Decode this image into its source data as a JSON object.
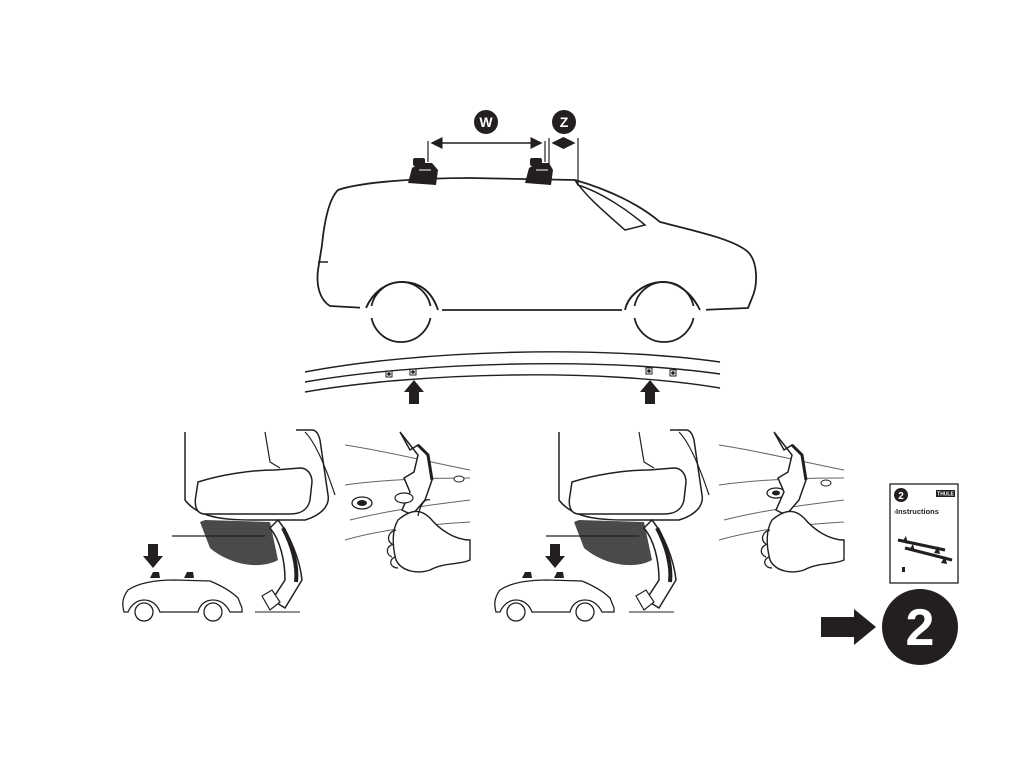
{
  "dimensions": {
    "w_label": "W",
    "z_label": "Z"
  },
  "next_step": {
    "number": "2"
  },
  "instruction_booklet": {
    "step_number": "2",
    "title": "Instructions",
    "brand": "THULE"
  },
  "colors": {
    "ink": "#231f20",
    "fill": "#ffffff",
    "shade": "#4a4a4a"
  }
}
